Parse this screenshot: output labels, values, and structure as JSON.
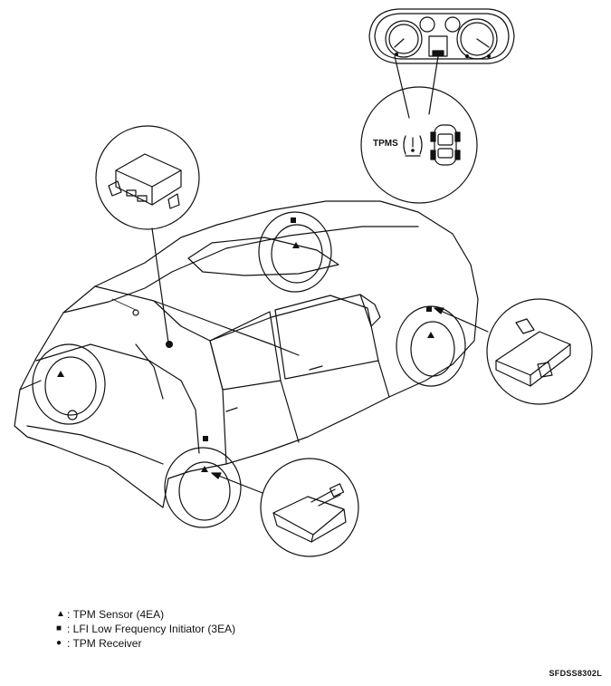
{
  "callout": {
    "tpms_label": "TPMS"
  },
  "legend": {
    "items": [
      {
        "symbol": "▲",
        "text": ": TPM Sensor (4EA)"
      },
      {
        "symbol": "■",
        "text": ": LFI Low Frequency Initiator (3EA)"
      },
      {
        "symbol": "●",
        "text": ": TPM Receiver"
      }
    ]
  },
  "figure_code": "SFDSS8302L",
  "icons": {
    "cluster": "instrument-cluster-icon",
    "tire_warning": "tire-pressure-warning-icon",
    "car_top": "car-top-view-icon",
    "receiver_module": "tpm-receiver-module-icon",
    "initiator_module": "lf-initiator-module-icon",
    "sensor_valve": "tpm-sensor-valve-icon"
  }
}
